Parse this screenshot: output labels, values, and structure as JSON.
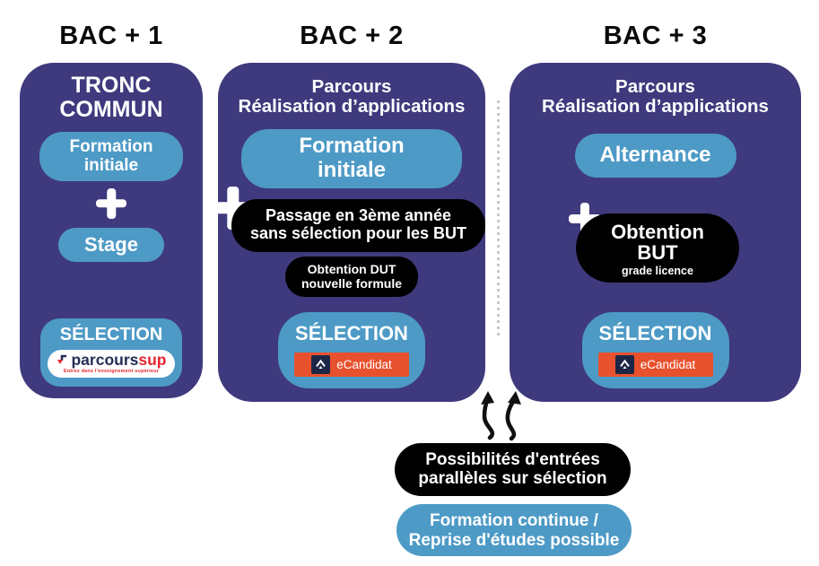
{
  "colors": {
    "purple": "#3f3a7d",
    "blue": "#4d9ac6",
    "black": "#000000",
    "white": "#ffffff",
    "ecandidat_orange": "#e8512e",
    "ecandidat_navy": "#1d2646",
    "parcoursup_navy": "#252e56",
    "parcoursup_red": "#e52630",
    "dotted_line_gray": "#c8c8c8"
  },
  "headers": [
    {
      "label": "BAC + 1"
    },
    {
      "label": "BAC + 2"
    },
    {
      "label": "BAC + 3"
    }
  ],
  "columns": [
    {
      "title_line1": "TRONC",
      "title_line2": "COMMUN",
      "pill1_line1": "Formation",
      "pill1_line2": "initiale",
      "plus": "+",
      "pill2": "Stage",
      "selection_label": "SÉLECTION",
      "logo": {
        "name": "parcoursup",
        "text_main": "parcours",
        "text_accent": "sup",
        "tagline": "Entrez dans l'enseignement supérieur"
      }
    },
    {
      "title_line1": "Parcours",
      "title_line2": "Réalisation d’applications",
      "pill1_line1": "Formation",
      "pill1_line2": "initiale",
      "plus": "+",
      "black_pill1_line1": "Passage en 3ème année",
      "black_pill1_line2": "sans sélection pour les BUT",
      "black_pill2_line1": "Obtention DUT",
      "black_pill2_line2": "nouvelle formule",
      "selection_label": "SÉLECTION",
      "logo": {
        "name": "eCandidat",
        "label": "eCandidat"
      }
    },
    {
      "title_line1": "Parcours",
      "title_line2": "Réalisation d’applications",
      "pill1": "Alternance",
      "plus": "+",
      "black_pill_line1": "Obtention",
      "black_pill_line2": "BUT",
      "black_pill_line3": "grade licence",
      "selection_label": "SÉLECTION",
      "logo": {
        "name": "eCandidat",
        "label": "eCandidat"
      }
    }
  ],
  "bottom": {
    "black_pill_line1": "Possibilités d'entrées",
    "black_pill_line2": "parallèles sur sélection",
    "blue_pill_line1": "Formation continue /",
    "blue_pill_line2": "Reprise d'études possible"
  }
}
